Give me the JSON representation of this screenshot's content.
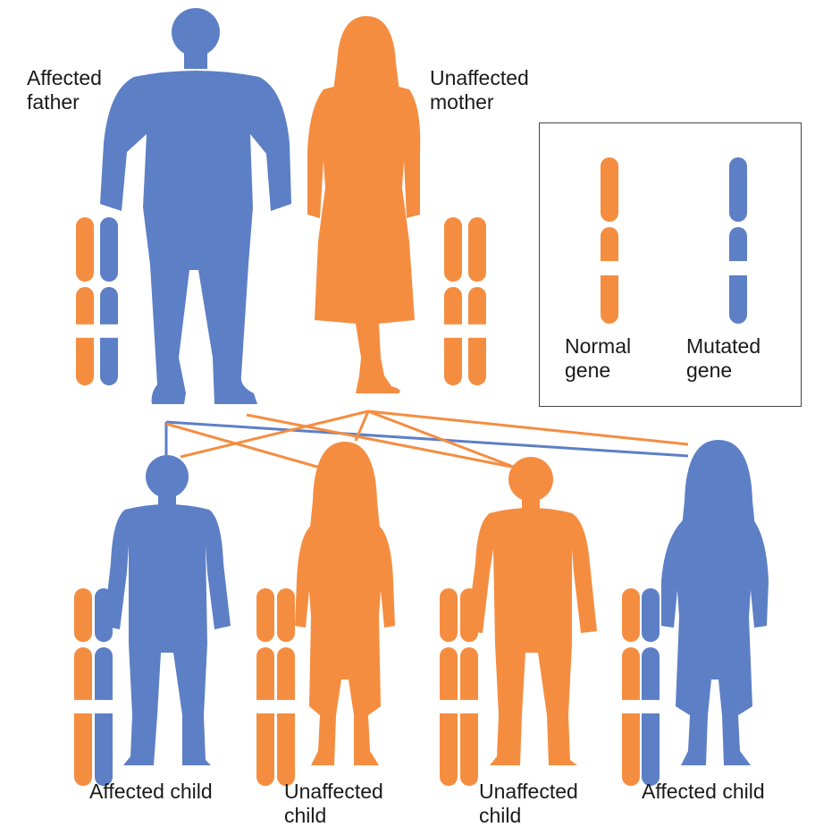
{
  "colors": {
    "normal": "#f58d41",
    "mutated": "#5d7fc6",
    "allele_marker": "#ffffff",
    "legend_border": "#444444"
  },
  "parents": {
    "father": {
      "label_line1": "Affected",
      "label_line2": "father",
      "affected": true,
      "alleles": [
        "normal",
        "mutated"
      ]
    },
    "mother": {
      "label_line1": "Unaffected",
      "label_line2": "mother",
      "affected": false,
      "alleles": [
        "normal",
        "normal"
      ]
    }
  },
  "legend": {
    "normal": {
      "line1": "Normal",
      "line2": "gene"
    },
    "mutated": {
      "line1": "Mutated",
      "line2": "gene"
    }
  },
  "children": [
    {
      "label_line1": "Affected child",
      "label_line2": "",
      "affected": true,
      "alleles": [
        "normal",
        "mutated"
      ]
    },
    {
      "label_line1": "Unaffected",
      "label_line2": "child",
      "affected": false,
      "alleles": [
        "normal",
        "normal"
      ]
    },
    {
      "label_line1": "Unaffected",
      "label_line2": "child",
      "affected": false,
      "alleles": [
        "normal",
        "normal"
      ]
    },
    {
      "label_line1": "Affected child",
      "label_line2": "",
      "affected": true,
      "alleles": [
        "normal",
        "mutated"
      ]
    }
  ]
}
